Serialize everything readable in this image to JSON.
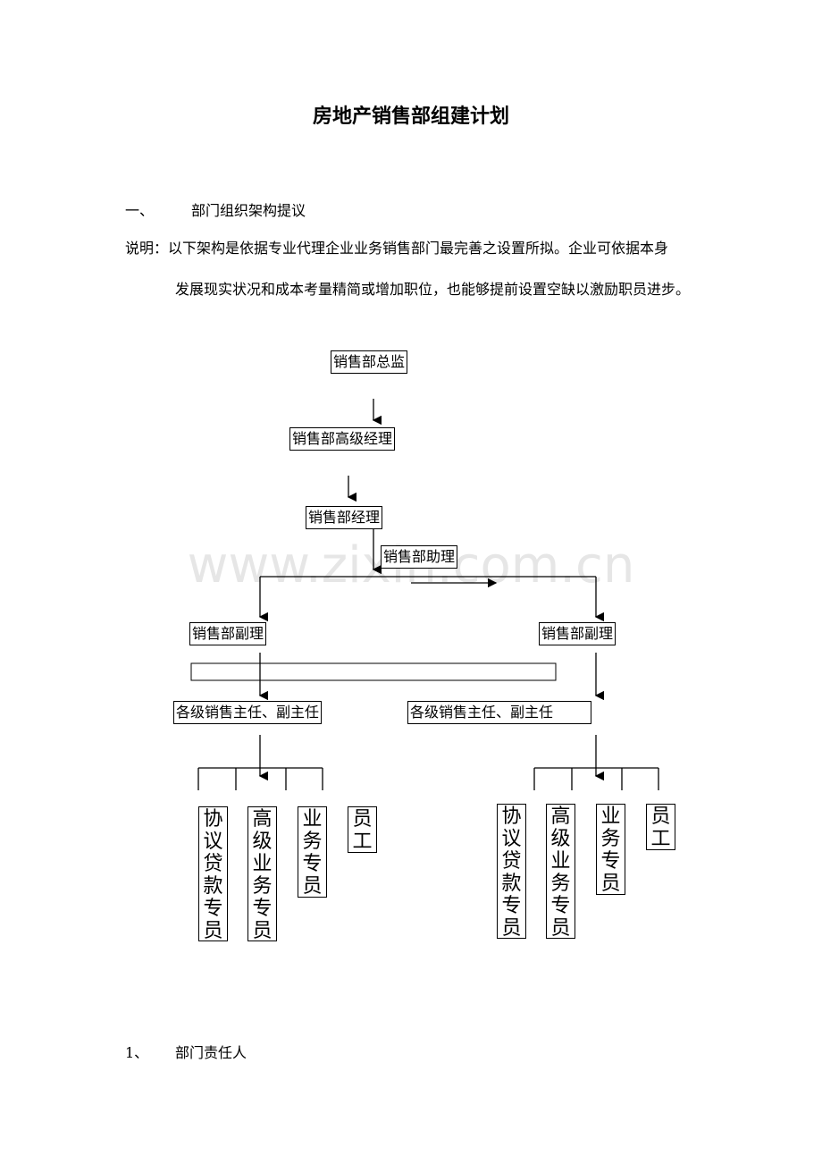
{
  "doc": {
    "title": "房地产销售部组建计划",
    "section_num": "一、",
    "section_title": "部门组织架构提议",
    "note_line1": "说明：以下架构是依据专业代理企业业务销售部门最完善之设置所拟。企业可依据本身",
    "note_line2": "发展现实状况和成本考量精简或增加职位，也能够提前设置空缺以激励职员进步。",
    "sub_num": "1、",
    "sub_title": "部门责任人"
  },
  "watermark": "www.zixin.com.cn",
  "org": {
    "director": "销售部总监",
    "senior_manager": "销售部高级经理",
    "manager": "销售部经理",
    "assistant": "销售部助理",
    "deputy_left": "销售部副理",
    "deputy_right": "销售部副理",
    "supervisor_left": "各级销售主任、副主任",
    "supervisor_right": "各级销售主任、副主任",
    "left_staff": [
      {
        "chars": [
          "协",
          "议",
          "贷",
          "款",
          "专",
          "员"
        ]
      },
      {
        "chars": [
          "高",
          "级",
          "业",
          "务",
          "专",
          "员"
        ]
      },
      {
        "chars": [
          "业",
          "务",
          "专",
          "员"
        ]
      },
      {
        "chars": [
          "员",
          "工"
        ]
      }
    ],
    "right_staff": [
      {
        "chars": [
          "协",
          "议",
          "贷",
          "款",
          "专",
          "员"
        ]
      },
      {
        "chars": [
          "高",
          "级",
          "业",
          "务",
          "专",
          "员"
        ]
      },
      {
        "chars": [
          "业",
          "务",
          "专",
          "员"
        ]
      },
      {
        "chars": [
          "员",
          "工"
        ]
      }
    ]
  }
}
